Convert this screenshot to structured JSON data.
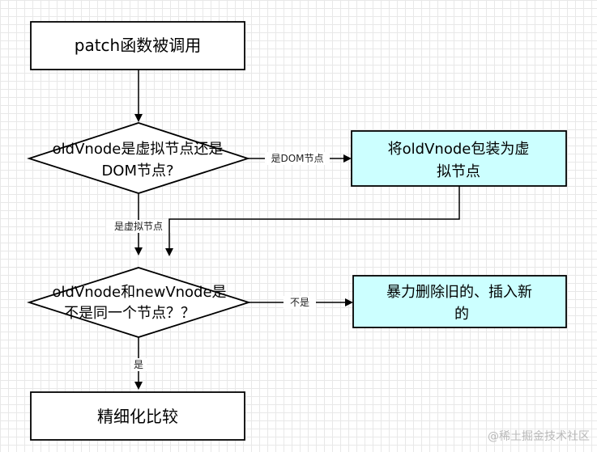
{
  "nodes": {
    "start": {
      "text": "patch函数被调用"
    },
    "decision1": {
      "line1": "oldVnode是虚拟节点还是",
      "line2": "DOM节点?"
    },
    "wrap": {
      "line1": "将oldVnode包装为虚",
      "line2": "拟节点"
    },
    "decision2": {
      "line1": "oldVnode和newVnode是",
      "line2": "不是同一个节点？？"
    },
    "replace": {
      "line1": "暴力删除旧的、插入新",
      "line2": "的"
    },
    "refine": {
      "text": "精细化比较"
    }
  },
  "edges": {
    "dom_label": "是DOM节点",
    "virtual_label": "是虚拟节点",
    "not_same_label": "不是",
    "same_label": "是"
  },
  "watermark": "@稀土掘金技术社区",
  "colors": {
    "stroke": "#000000",
    "highlight_fill": "#ccffff",
    "white_fill": "#ffffff",
    "watermark": "#b9b9b9"
  }
}
